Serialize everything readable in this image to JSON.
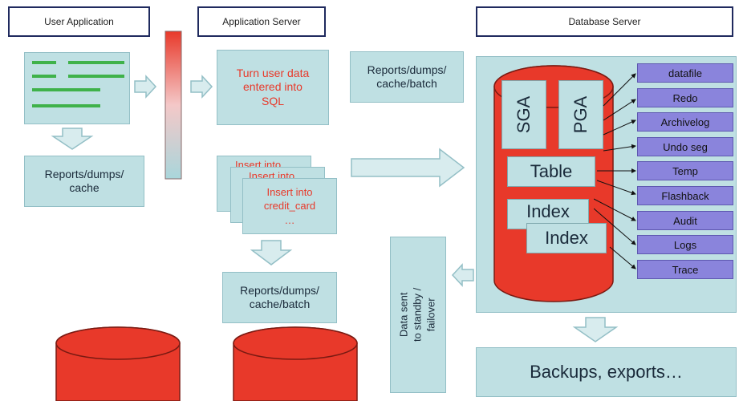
{
  "headers": {
    "user_app": "User Application",
    "app_server": "Application Server",
    "db_server": "Database Server"
  },
  "user_app": {
    "reports": "Reports/dumps/\ncache"
  },
  "app_server": {
    "turn_sql": "Turn user data\nentered into\nSQL",
    "insert1": "Insert into",
    "insert2": "Insert into",
    "insert3_line1": "Insert into",
    "insert3_line2": "credit_card",
    "insert3_line3": "…",
    "reports_batch": "Reports/dumps/\ncache/batch"
  },
  "middle": {
    "reports_batch": "Reports/dumps/\ncache/batch"
  },
  "db": {
    "sga": "SGA",
    "pga": "PGA",
    "table": "Table",
    "index1": "Index",
    "index2": "Index",
    "files": [
      "datafile",
      "Redo",
      "Archivelog",
      "Undo seg",
      "Temp",
      "Flashback",
      "Audit",
      "Logs",
      "Trace"
    ],
    "standby": "Data sent to standby / failover",
    "backups": "Backups, exports…"
  },
  "colors": {
    "red": "#e8392a",
    "teal_box": "#bfe0e3",
    "purple": "#8a84dc",
    "navy": "#1f2a5e",
    "green": "#3fb24a"
  }
}
